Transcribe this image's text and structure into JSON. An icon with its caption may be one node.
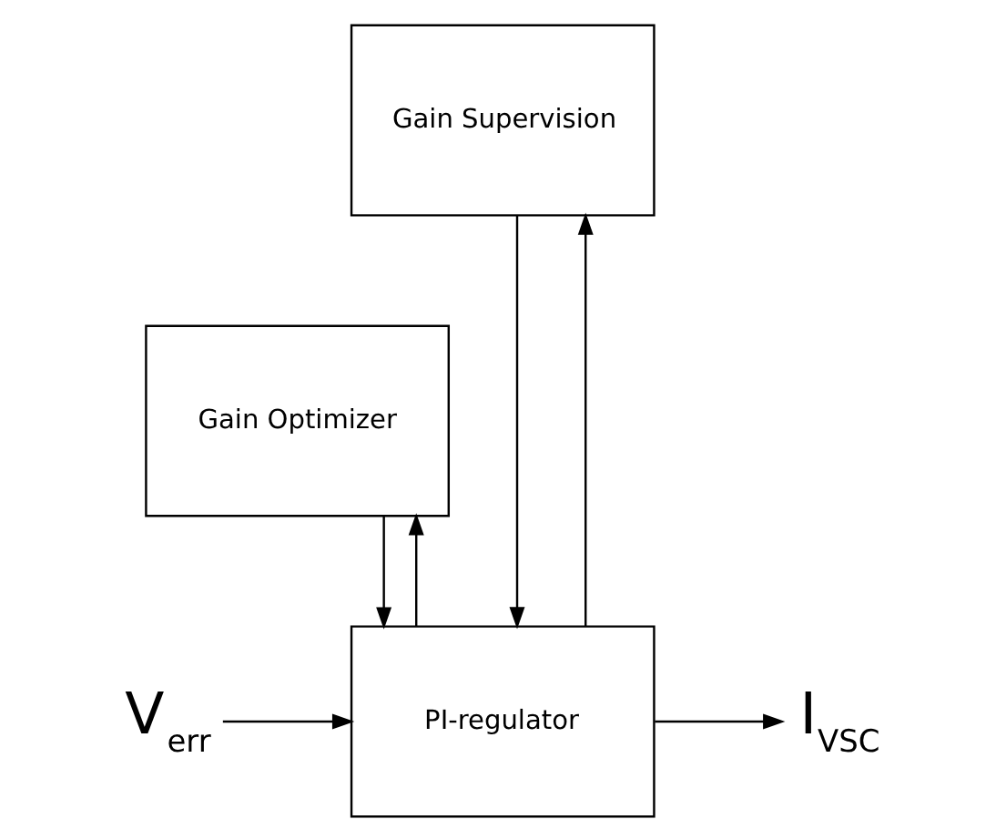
{
  "diagram": {
    "nodes": [
      {
        "text": [
          "Gain Supervision"
        ]
      },
      {
        "text": [
          "Gain Optimizer"
        ]
      },
      {
        "text": [
          "PI-regulator"
        ]
      },
      {
        "text": [
          "V$_{err}$"
        ]
      },
      {
        "text": [
          "I$_{VSC}$"
        ]
      }
    ],
    "edges": [
      {
        "from": 3,
        "to": 2,
        "arrow": "to"
      },
      {
        "from": 2,
        "to": 4,
        "arrow": "to"
      },
      {
        "from": 2,
        "to": 0,
        "arrow": "to"
      },
      {
        "from": 2,
        "to": 1,
        "arrow": "to"
      },
      {
        "from": 0,
        "to": 2,
        "arrow": "to"
      },
      {
        "from": 1,
        "to": 2,
        "arrow": "to"
      }
    ]
  }
}
